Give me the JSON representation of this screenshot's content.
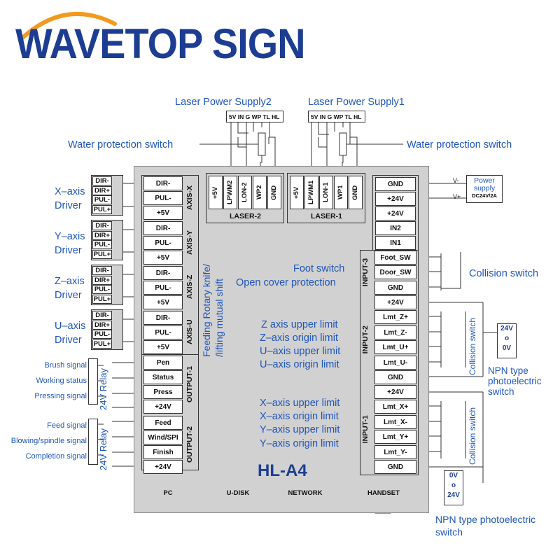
{
  "brand": {
    "name": "WAVETOP SIGN",
    "color": "#1c3d92",
    "arc_color": "#f29a1e"
  },
  "model": "HL-A4",
  "power_supply_labels": {
    "ps2": "Laser Power Supply2",
    "ps1": "Laser Power Supply1"
  },
  "ps_headers": {
    "ps2": "5V IN G WP TL HL",
    "ps1": "5V IN G WP TL HL"
  },
  "water_switch": {
    "left": "Water protection switch",
    "right": "Water protection switch"
  },
  "laser2": {
    "name": "LASER-2",
    "pins": [
      "+5V",
      "LPWM2",
      "LON-2",
      "WP2",
      "GND"
    ]
  },
  "laser1": {
    "name": "LASER-1",
    "pins": [
      "+5V",
      "LPWM1",
      "LON-1",
      "WP1",
      "GND"
    ]
  },
  "power": {
    "pins": [
      "GND",
      "+24V",
      "+24V",
      "IN2",
      "IN1"
    ],
    "vminus": "V-",
    "vplus": "V+",
    "supply_label": "Power supply",
    "supply_rating": "DC24V/2A"
  },
  "axes": [
    {
      "name": "AXIS-X",
      "pins": [
        "DIR-",
        "PUL-",
        "+5V"
      ],
      "driver": [
        "X–axis",
        "Driver"
      ],
      "drv_pins": [
        "DIR-",
        "DIR+",
        "PUL-",
        "PUL+"
      ]
    },
    {
      "name": "AXIS-Y",
      "pins": [
        "DIR-",
        "PUL-",
        "+5V"
      ],
      "driver": [
        "Y–axis",
        "Driver"
      ],
      "drv_pins": [
        "DIR-",
        "DIR+",
        "PUL-",
        "PUL+"
      ]
    },
    {
      "name": "AXIS-Z",
      "pins": [
        "DIR-",
        "PUL-",
        "+5V"
      ],
      "driver": [
        "Z–axis",
        "Driver"
      ],
      "drv_pins": [
        "DIR-",
        "DIR+",
        "PUL-",
        "PUL+"
      ]
    },
    {
      "name": "AXIS-U",
      "pins": [
        "DIR-",
        "PUL-",
        "+5V"
      ],
      "driver": [
        "U–axis",
        "Driver"
      ],
      "drv_pins": [
        "DIR-",
        "DIR+",
        "PUL-",
        "PUL+"
      ]
    }
  ],
  "feeding_note": [
    "Feeding Rotary knife/",
    "/lifting  mutual shift"
  ],
  "output1": {
    "name": "OUTPUT-1",
    "pins": [
      "Pen",
      "Status",
      "Press",
      "+24V"
    ],
    "relay": "24V Relay",
    "signals": [
      "Brush signal",
      "Working status",
      "Pressing signal"
    ]
  },
  "output2": {
    "name": "OUTPUT-2",
    "pins": [
      "Feed",
      "Wind/SPI",
      "Finish",
      "+24V"
    ],
    "relay": "24V Relay",
    "signals": [
      "Feed signal",
      "Blowing/spindle signal",
      "Completion signal"
    ]
  },
  "input3": {
    "name": "INPUT-3",
    "pins": [
      "Foot_SW",
      "Door_SW",
      "GND"
    ],
    "notes": [
      "Foot switch",
      "Open cover protection"
    ],
    "collision": "Collision switch"
  },
  "input2": {
    "name": "INPUT-2",
    "pins": [
      "+24V",
      "Lmt_Z+",
      "Lmt_Z-",
      "Lmt_U+",
      "Lmt_U-",
      "GND"
    ],
    "notes": [
      "Z axis upper limit",
      "Z–axis origin limit",
      "U–axis upper limit",
      "U–axis origin limit"
    ],
    "collision": "Collision switch",
    "supply": [
      "24V",
      "o",
      "0V"
    ],
    "npn": [
      "NPN type",
      "photoelectric",
      "switch"
    ]
  },
  "input1": {
    "name": "INPUT-1",
    "pins": [
      "+24V",
      "Lmt_X+",
      "Lmt_X-",
      "Lmt_Y+",
      "Lmt_Y-",
      "GND"
    ],
    "notes": [
      "X–axis upper limit",
      "X–axis origin limit",
      "Y–axis upper limit",
      "Y–axis origin limit"
    ],
    "collision": "Collision switch",
    "supply": [
      "0V",
      "o",
      "24V"
    ],
    "npn": [
      "NPN type photoelectric",
      "switch"
    ]
  },
  "ports": [
    "PC",
    "U-DISK",
    "NETWORK",
    "HANDSET"
  ]
}
